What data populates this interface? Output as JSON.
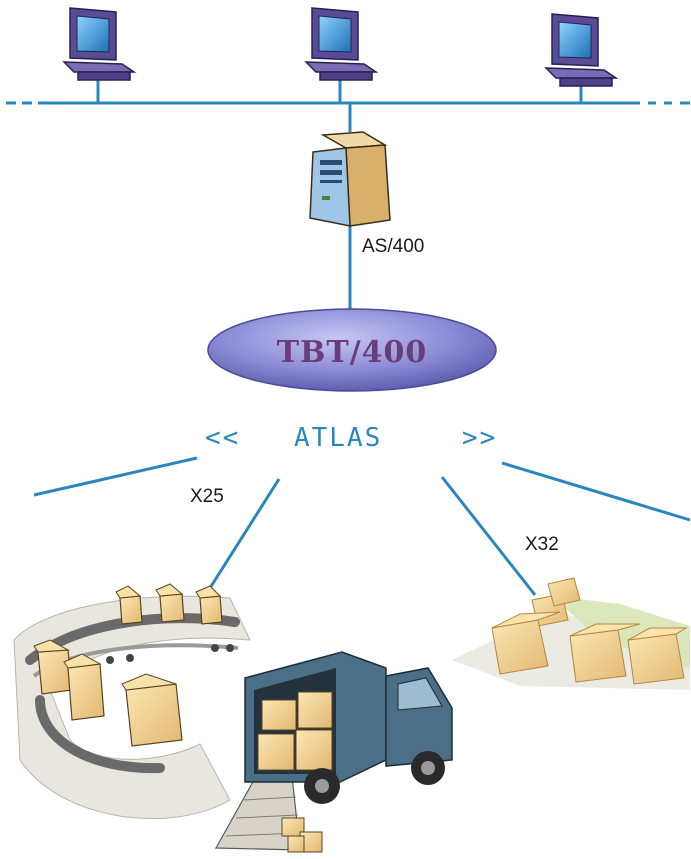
{
  "labels": {
    "server": "AS/400",
    "gateway": "TBT/400",
    "network": "ATLAS",
    "left_arrows": "<<",
    "right_arrows": ">>",
    "link_left": "X25",
    "link_right": "X32"
  },
  "icons": {
    "workstations": [
      "desktop-computer-icon",
      "desktop-computer-icon",
      "desktop-computer-icon"
    ],
    "server": "tower-server-icon",
    "gateway": "ellipse-node",
    "sites": [
      "conveyor-boxes-illustration",
      "delivery-truck-illustration",
      "warehouse-parcels-illustration"
    ]
  },
  "colors": {
    "line": "#2b86bf",
    "label_blue": "#2b86bf",
    "gateway_fill": "#8c8cd8",
    "gateway_text": "#6b3d78",
    "screen": "#1e7fc6",
    "monitor_body": "#5b4a94",
    "server_body": "#e0c28a",
    "truck_body": "#4b6f86"
  }
}
